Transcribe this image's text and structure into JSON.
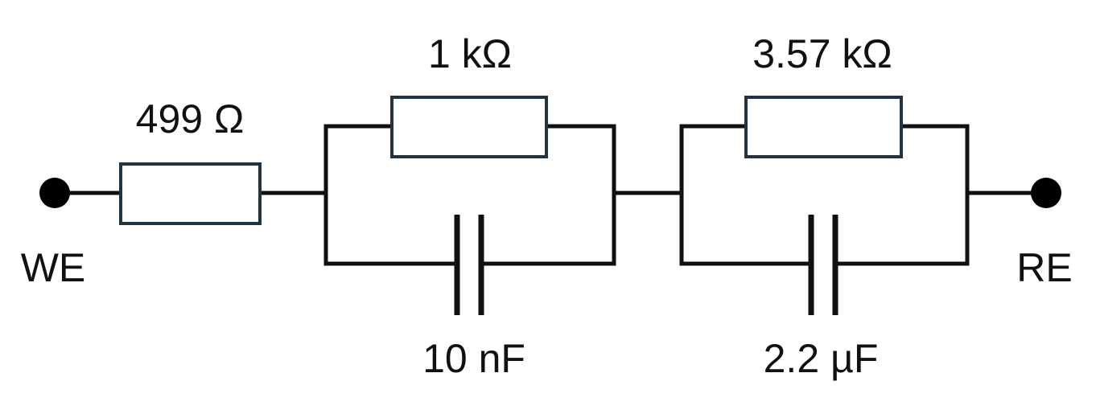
{
  "terminals": {
    "we_label": "WE",
    "re_label": "RE"
  },
  "components": {
    "r_series": "499 Ω",
    "r1": "1 kΩ",
    "c1": "10 nF",
    "r2": "3.57 kΩ",
    "c2": "2.2 µF"
  },
  "colors": {
    "wire": "#111111",
    "resistor_outline": "#1f3344"
  }
}
